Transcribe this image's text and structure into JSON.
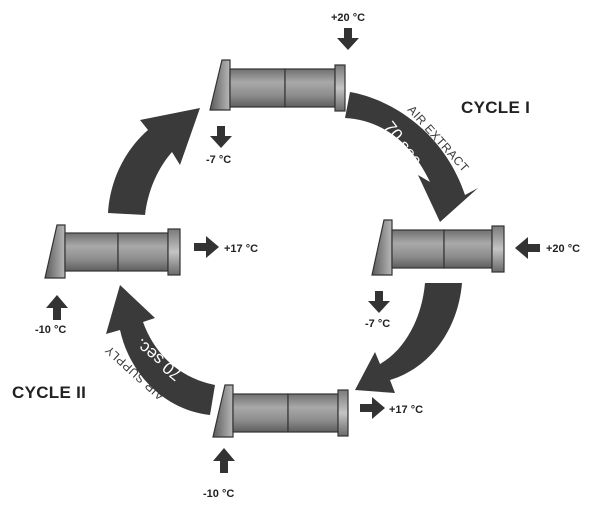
{
  "cycles": {
    "cycle1": {
      "label": "CYCLE I",
      "mode": "AIR EXTRACT",
      "duration": "70 sec."
    },
    "cycle2": {
      "label": "CYCLE II",
      "mode": "AIR SUPPLY",
      "duration": "70 sec."
    }
  },
  "units": {
    "top": {
      "outside_temp": "-7 °C",
      "inside_temp": "+20 °C"
    },
    "right": {
      "outside_temp": "-7 °C",
      "inside_temp": "+20 °C"
    },
    "bottom": {
      "outside_temp": "-10 °C",
      "inside_temp": "+17 °C"
    },
    "left": {
      "outside_temp": "-10 °C",
      "inside_temp": "+17 °C"
    }
  },
  "colors": {
    "arrow": "#3a3a3a",
    "unit_body": "#8a8a8a",
    "unit_outline": "#333333"
  }
}
